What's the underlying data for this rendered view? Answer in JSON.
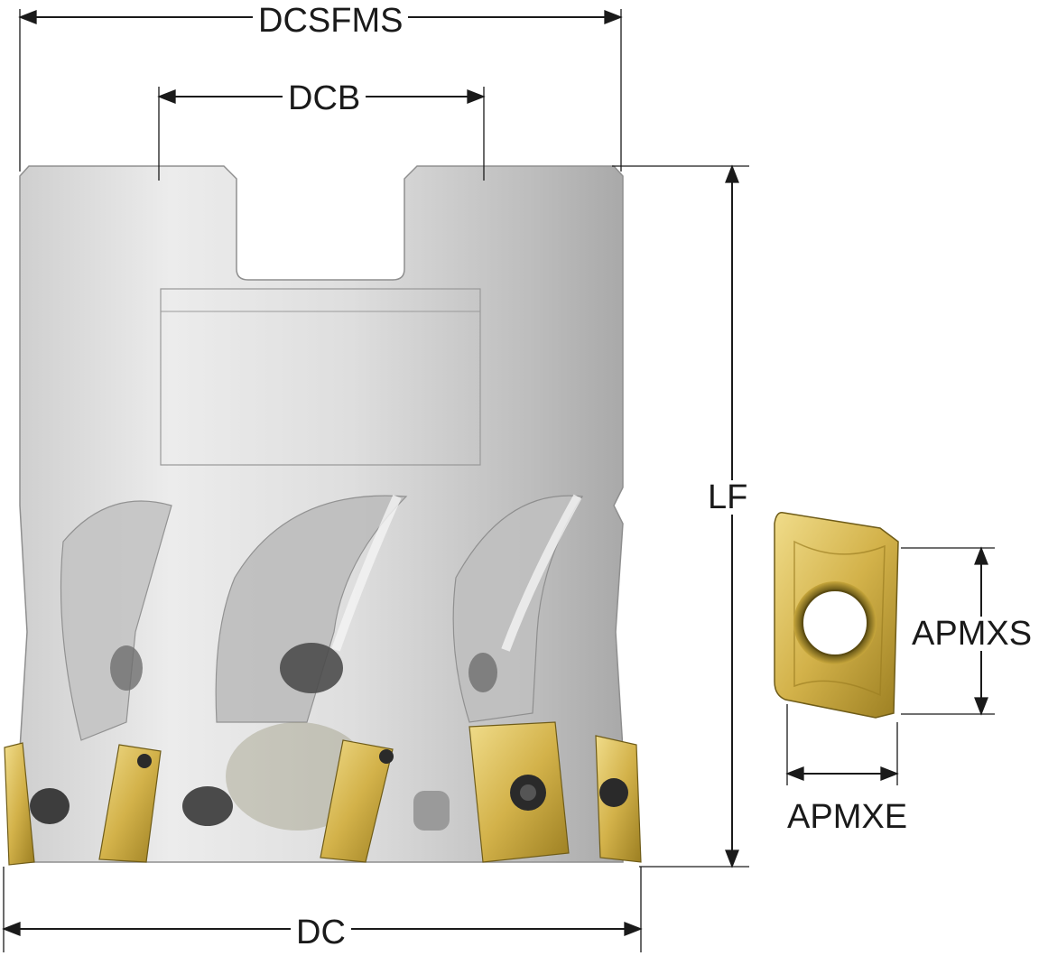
{
  "dimensions": {
    "dcsfms": "DCSFMS",
    "dcb": "DCB",
    "lf": "LF",
    "dc": "DC",
    "apmxs": "APMXS",
    "apmxe": "APMXE"
  },
  "colors": {
    "body_light": "#e8e8e8",
    "body_mid": "#c9c9c9",
    "body_dark": "#8f8f8f",
    "insert_gold": "#d8b84a",
    "insert_dark": "#8a7420",
    "line": "#1a1a1a"
  }
}
